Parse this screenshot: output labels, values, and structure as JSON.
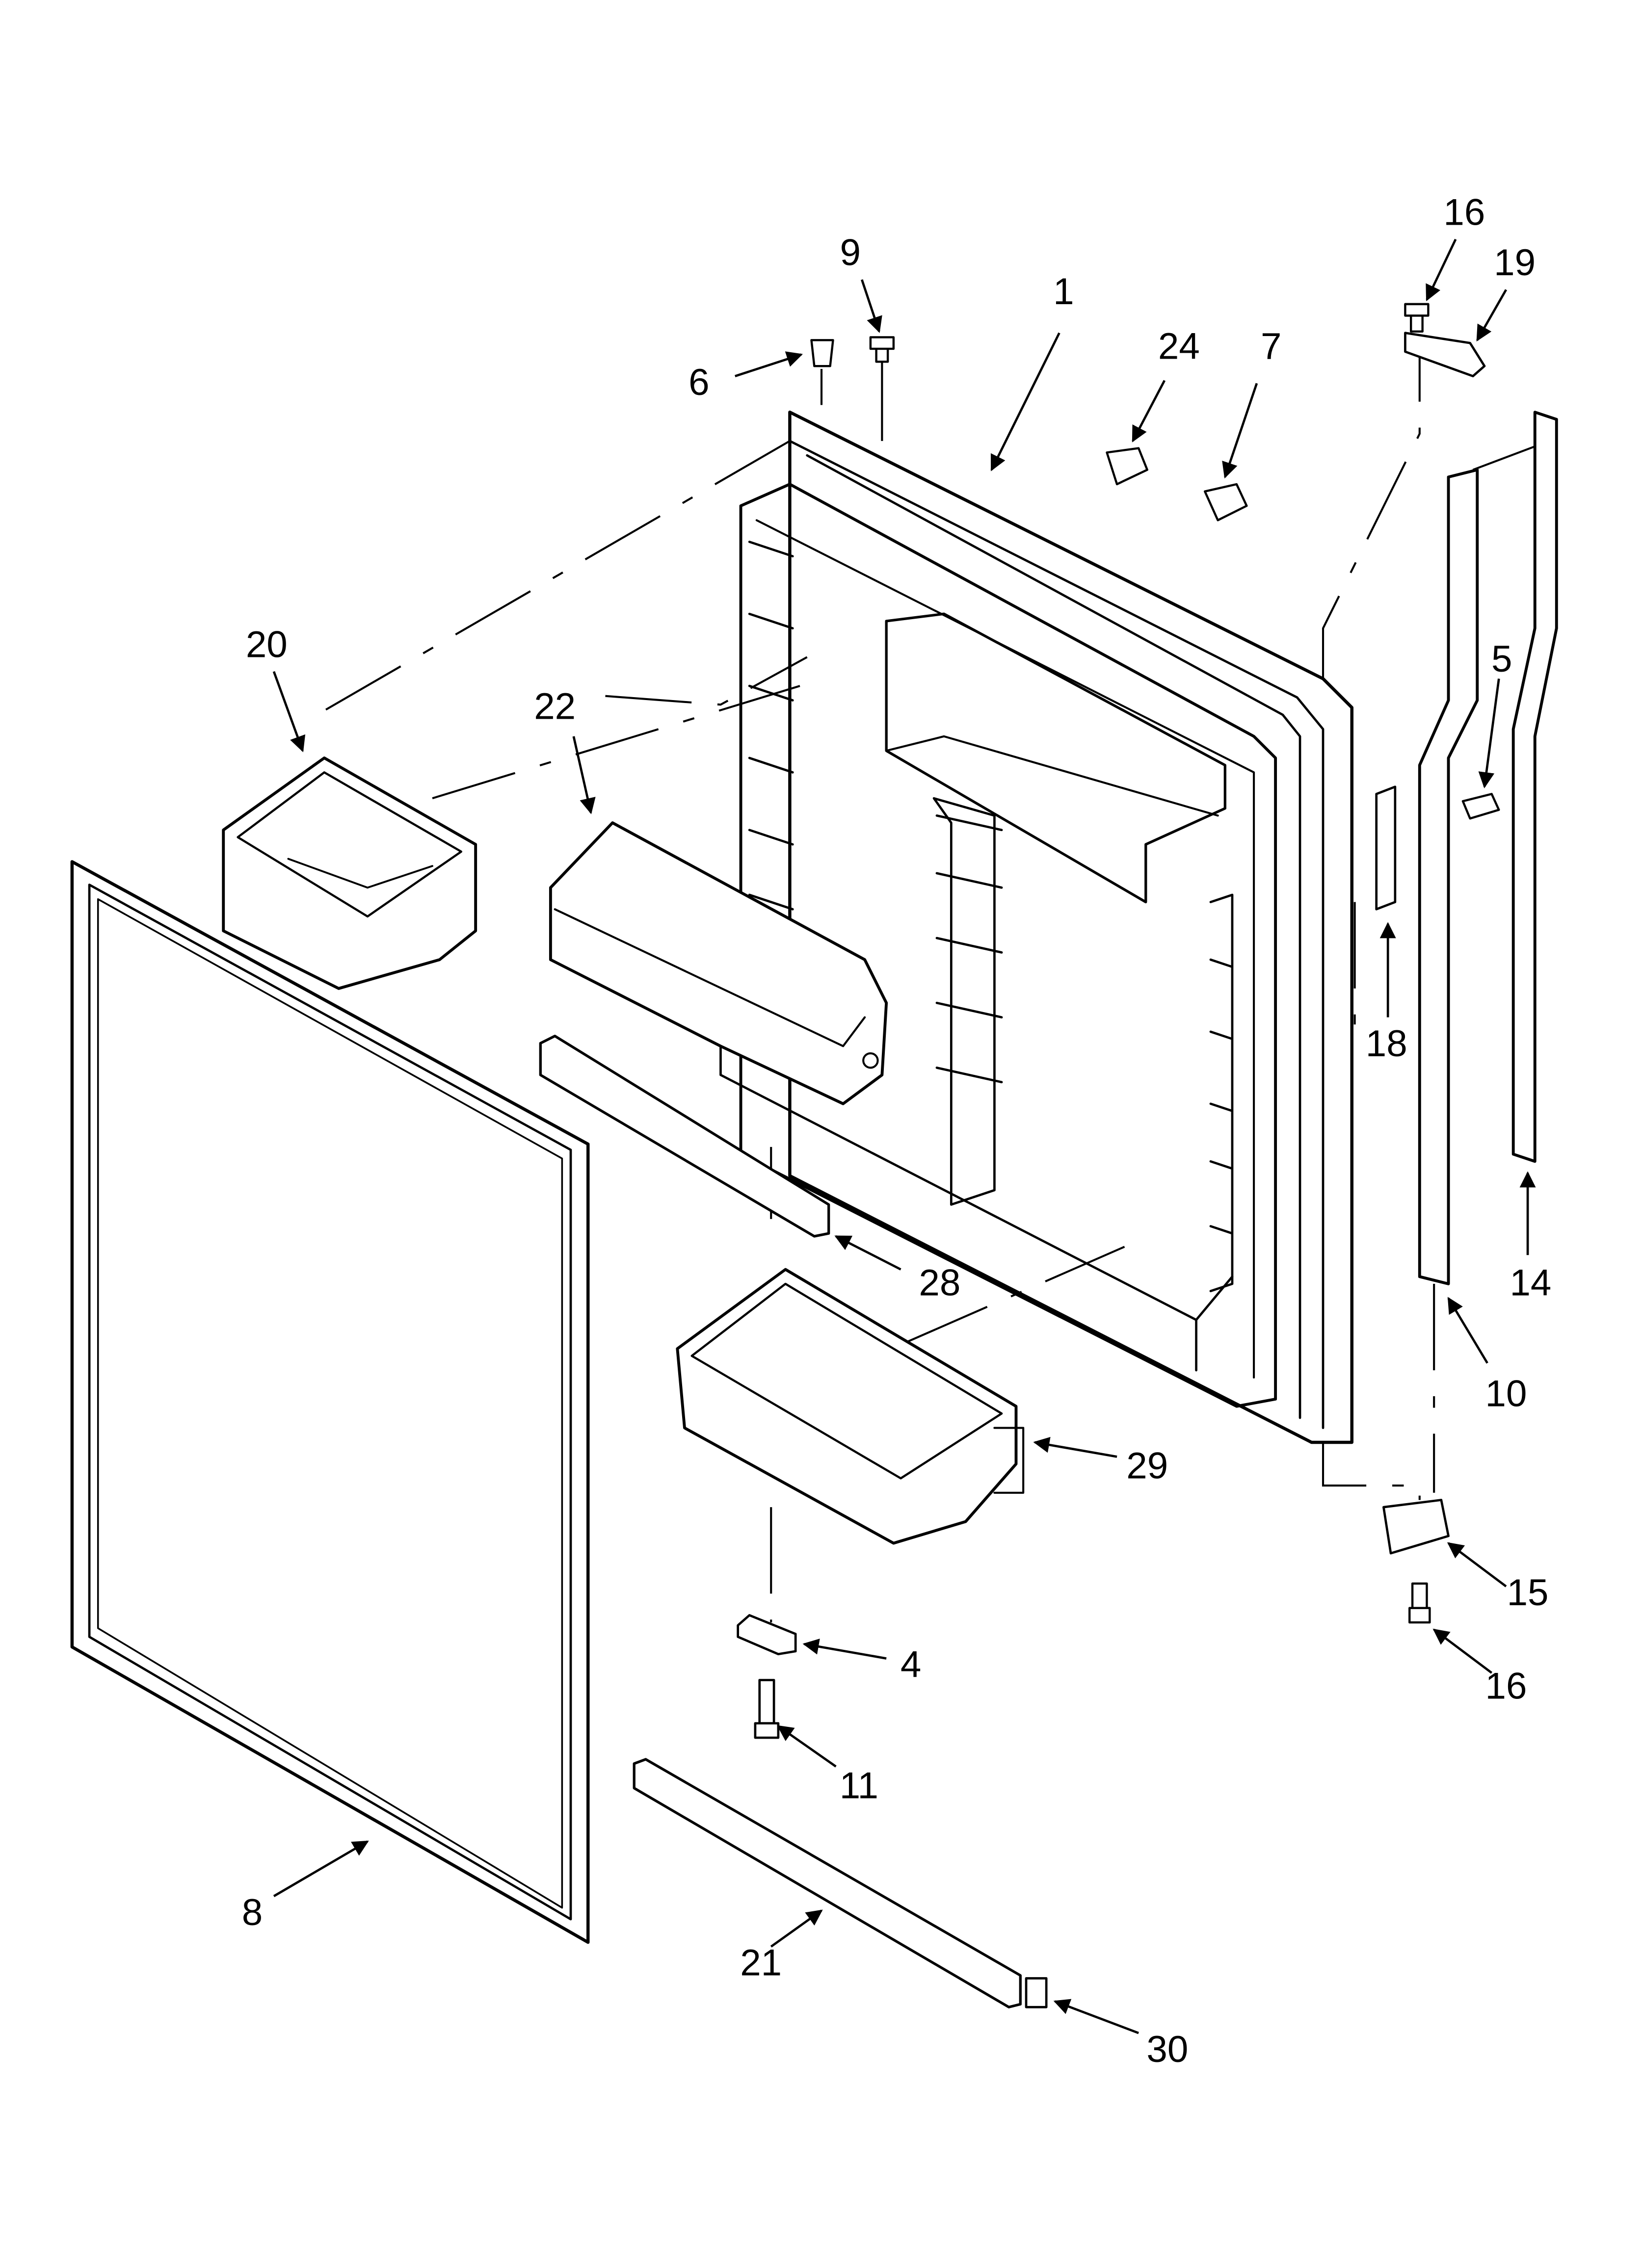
{
  "callouts": [
    {
      "id": "c1",
      "text": "1"
    },
    {
      "id": "c4",
      "text": "4"
    },
    {
      "id": "c5",
      "text": "5"
    },
    {
      "id": "c6",
      "text": "6"
    },
    {
      "id": "c7",
      "text": "7"
    },
    {
      "id": "c8",
      "text": "8"
    },
    {
      "id": "c9",
      "text": "9"
    },
    {
      "id": "c10",
      "text": "10"
    },
    {
      "id": "c11",
      "text": "11"
    },
    {
      "id": "c14",
      "text": "14"
    },
    {
      "id": "c15",
      "text": "15"
    },
    {
      "id": "c16a",
      "text": "16"
    },
    {
      "id": "c16b",
      "text": "16"
    },
    {
      "id": "c18",
      "text": "18"
    },
    {
      "id": "c19",
      "text": "19"
    },
    {
      "id": "c20",
      "text": "20"
    },
    {
      "id": "c21",
      "text": "21"
    },
    {
      "id": "c22",
      "text": "22"
    },
    {
      "id": "c24",
      "text": "24"
    },
    {
      "id": "c28",
      "text": "28"
    },
    {
      "id": "c29",
      "text": "29"
    },
    {
      "id": "c30",
      "text": "30"
    }
  ]
}
